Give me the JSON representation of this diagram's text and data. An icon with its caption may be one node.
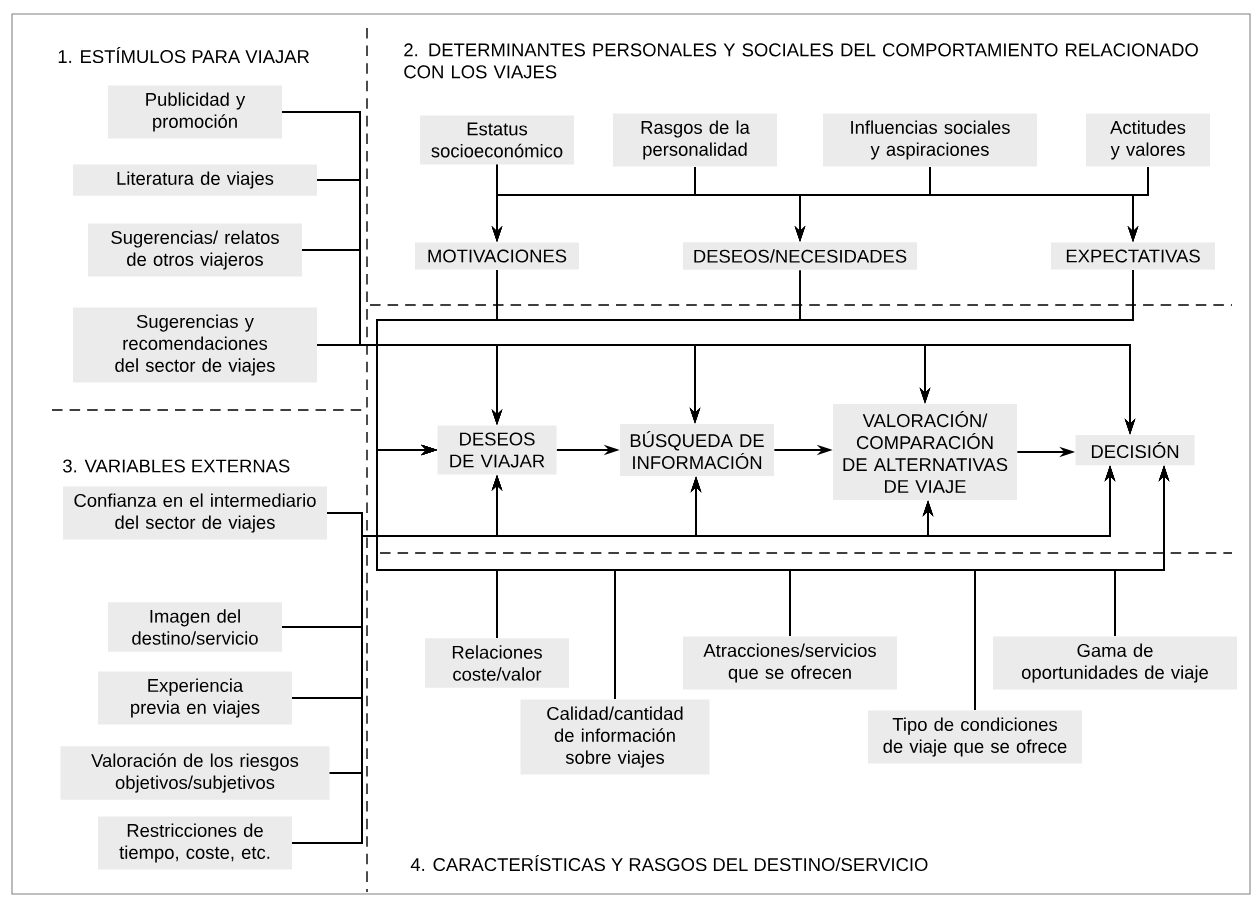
{
  "diagram": {
    "nodes": [
      {
        "text": [
          "Publicidad y promoción"
        ]
      },
      {
        "text": [
          "Literatura de viajes"
        ]
      },
      {
        "text": [
          "Sugerencias/ relatos de otros viajeros"
        ]
      },
      {
        "text": [
          "Sugerencias y recomendaciones del sector de viajes"
        ]
      },
      {
        "text": [
          "Estatus socioeconómico"
        ]
      },
      {
        "text": [
          "Rasgos de la personalidad"
        ]
      },
      {
        "text": [
          "Influencias sociales y aspiraciones"
        ]
      },
      {
        "text": [
          "Actitudes y valores"
        ]
      },
      {
        "text": [
          "MOTIVACIONES"
        ]
      },
      {
        "text": [
          "DESEOS/NECESIDADES"
        ]
      },
      {
        "text": [
          "EXPECTATIVAS"
        ]
      },
      {
        "text": [
          "DESEOS DE VIAJAR"
        ]
      },
      {
        "text": [
          "BÚSQUEDA DE INFORMACIÓN"
        ]
      },
      {
        "text": [
          "VALORACIÓN/ COMPARACIÓN DE ALTERNATIVAS DE VIAJE"
        ]
      },
      {
        "text": [
          "DECISIÓN"
        ]
      },
      {
        "text": [
          "Confianza en el intermediario del sector de viajes"
        ]
      },
      {
        "text": [
          "Imagen del destino/servicio"
        ]
      },
      {
        "text": [
          "Experiencia previa en viajes"
        ]
      },
      {
        "text": [
          "Valoración de los riesgos objetivos/subjetivos"
        ]
      },
      {
        "text": [
          "Restricciones de tiempo, coste, etc."
        ]
      },
      {
        "text": [
          "Relaciones coste/valor"
        ]
      },
      {
        "text": [
          "Calidad/cantidad de información sobre viajes"
        ]
      },
      {
        "text": [
          "Atracciones/servicios que se ofrecen"
        ]
      },
      {
        "text": [
          "Tipo de condiciones de viaje que se ofrece"
        ]
      },
      {
        "text": [
          "Gama de oportunidades de viaje"
        ]
      }
    ],
    "edges": [
      {
        "from": 4,
        "to": 8,
        "arrow": "to"
      },
      {
        "from": 4,
        "to": 9,
        "arrow": "to"
      },
      {
        "from": 4,
        "to": 10,
        "arrow": "to"
      },
      {
        "from": 5,
        "to": 8,
        "arrow": "to"
      },
      {
        "from": 5,
        "to": 9,
        "arrow": "to"
      },
      {
        "from": 5,
        "to": 10,
        "arrow": "to"
      },
      {
        "from": 6,
        "to": 8,
        "arrow": "to"
      },
      {
        "from": 6,
        "to": 9,
        "arrow": "to"
      },
      {
        "from": 6,
        "to": 10,
        "arrow": "to"
      },
      {
        "from": 7,
        "to": 8,
        "arrow": "to"
      },
      {
        "from": 7,
        "to": 9,
        "arrow": "to"
      },
      {
        "from": 7,
        "to": 10,
        "arrow": "to"
      },
      {
        "from": 8,
        "to": 11,
        "arrow": "to"
      },
      {
        "from": 9,
        "to": 11,
        "arrow": "to"
      },
      {
        "from": 10,
        "to": 11,
        "arrow": "to"
      },
      {
        "from": 0,
        "to": 11,
        "arrow": "to"
      },
      {
        "from": 0,
        "to": 12,
        "arrow": "to"
      },
      {
        "from": 0,
        "to": 13,
        "arrow": "to"
      },
      {
        "from": 0,
        "to": 14,
        "arrow": "to"
      },
      {
        "from": 1,
        "to": 11,
        "arrow": "to"
      },
      {
        "from": 1,
        "to": 12,
        "arrow": "to"
      },
      {
        "from": 1,
        "to": 13,
        "arrow": "to"
      },
      {
        "from": 1,
        "to": 14,
        "arrow": "to"
      },
      {
        "from": 2,
        "to": 11,
        "arrow": "to"
      },
      {
        "from": 2,
        "to": 12,
        "arrow": "to"
      },
      {
        "from": 2,
        "to": 13,
        "arrow": "to"
      },
      {
        "from": 2,
        "to": 14,
        "arrow": "to"
      },
      {
        "from": 3,
        "to": 11,
        "arrow": "to"
      },
      {
        "from": 3,
        "to": 12,
        "arrow": "to"
      },
      {
        "from": 3,
        "to": 13,
        "arrow": "to"
      },
      {
        "from": 3,
        "to": 14,
        "arrow": "to"
      },
      {
        "from": 11,
        "to": 12,
        "arrow": "to"
      },
      {
        "from": 12,
        "to": 13,
        "arrow": "to"
      },
      {
        "from": 13,
        "to": 14,
        "arrow": "to"
      },
      {
        "from": 15,
        "to": 11,
        "arrow": "to"
      },
      {
        "from": 15,
        "to": 12,
        "arrow": "to"
      },
      {
        "from": 15,
        "to": 13,
        "arrow": "to"
      },
      {
        "from": 15,
        "to": 14,
        "arrow": "to"
      },
      {
        "from": 16,
        "to": 11,
        "arrow": "to"
      },
      {
        "from": 16,
        "to": 12,
        "arrow": "to"
      },
      {
        "from": 16,
        "to": 13,
        "arrow": "to"
      },
      {
        "from": 16,
        "to": 14,
        "arrow": "to"
      },
      {
        "from": 17,
        "to": 11,
        "arrow": "to"
      },
      {
        "from": 17,
        "to": 12,
        "arrow": "to"
      },
      {
        "from": 17,
        "to": 13,
        "arrow": "to"
      },
      {
        "from": 17,
        "to": 14,
        "arrow": "to"
      },
      {
        "from": 18,
        "to": 11,
        "arrow": "to"
      },
      {
        "from": 18,
        "to": 12,
        "arrow": "to"
      },
      {
        "from": 18,
        "to": 13,
        "arrow": "to"
      },
      {
        "from": 18,
        "to": 14,
        "arrow": "to"
      },
      {
        "from": 19,
        "to": 11,
        "arrow": "to"
      },
      {
        "from": 19,
        "to": 12,
        "arrow": "to"
      },
      {
        "from": 19,
        "to": 13,
        "arrow": "to"
      },
      {
        "from": 19,
        "to": 14,
        "arrow": "to"
      },
      {
        "from": 20,
        "to": 11,
        "arrow": "to"
      },
      {
        "from": 20,
        "to": 14,
        "arrow": "to"
      },
      {
        "from": 21,
        "to": 11,
        "arrow": "to"
      },
      {
        "from": 21,
        "to": 14,
        "arrow": "to"
      },
      {
        "from": 22,
        "to": 11,
        "arrow": "to"
      },
      {
        "from": 22,
        "to": 14,
        "arrow": "to"
      },
      {
        "from": 23,
        "to": 11,
        "arrow": "to"
      },
      {
        "from": 23,
        "to": 14,
        "arrow": "to"
      },
      {
        "from": 24,
        "to": 11,
        "arrow": "to"
      },
      {
        "from": 24,
        "to": 14,
        "arrow": "to"
      }
    ],
    "labels": [
      "1. ESTÍMULOS PARA VIAJAR",
      "2. DETERMINANTES PERSONALES Y SOCIALES DEL COMPORTAMIENTO RELACIONADO CON LOS VIAJES",
      "3. VARIABLES EXTERNAS",
      "4. CARACTERÍSTICAS Y RASGOS DEL DESTINO/SERVICIO"
    ]
  }
}
